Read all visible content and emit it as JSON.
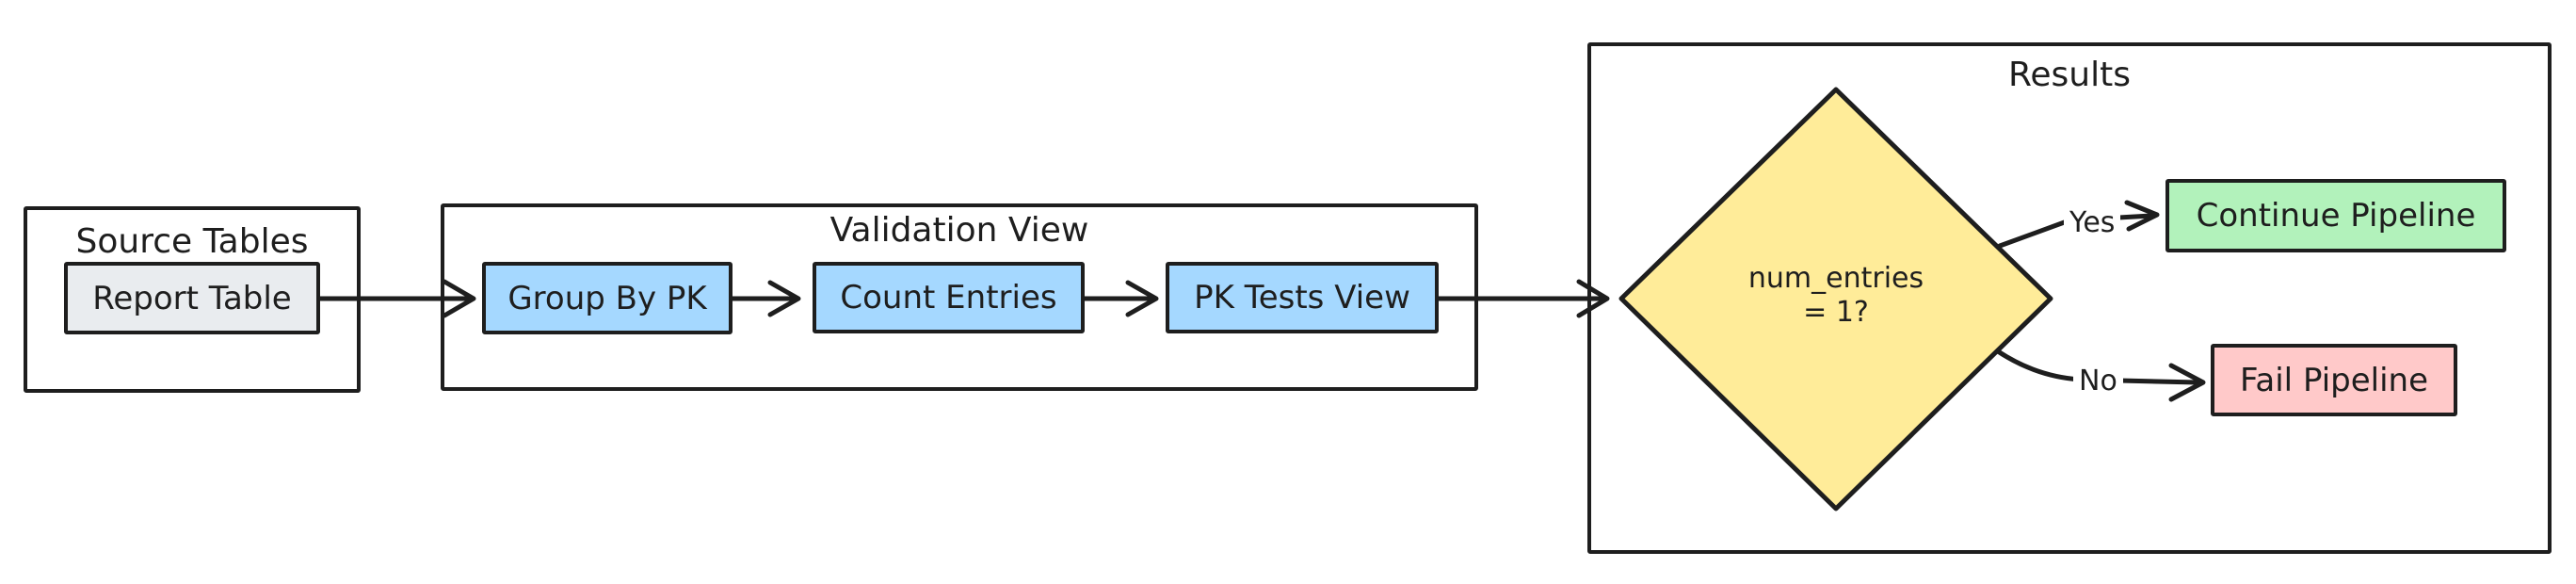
{
  "diagram": {
    "groups": {
      "source": {
        "title": "Source Tables"
      },
      "validation": {
        "title": "Validation View"
      },
      "results": {
        "title": "Results"
      }
    },
    "nodes": {
      "report_table": {
        "label": "Report Table",
        "fill": "#e9ecef"
      },
      "group_by_pk": {
        "label": "Group By PK",
        "fill": "#a5d8ff"
      },
      "count_entries": {
        "label": "Count Entries",
        "fill": "#a5d8ff"
      },
      "pk_tests_view": {
        "label": "PK Tests View",
        "fill": "#a5d8ff"
      },
      "decision": {
        "label_line1": "num_entries",
        "label_line2": "= 1?",
        "fill": "#ffec99"
      },
      "continue_pipeline": {
        "label": "Continue Pipeline",
        "fill": "#b2f2bb"
      },
      "fail_pipeline": {
        "label": "Fail Pipeline",
        "fill": "#ffc9c9"
      }
    },
    "edges": {
      "yes_label": "Yes",
      "no_label": "No"
    },
    "colors": {
      "stroke": "#1e1e1e",
      "background": "#ffffff"
    }
  }
}
